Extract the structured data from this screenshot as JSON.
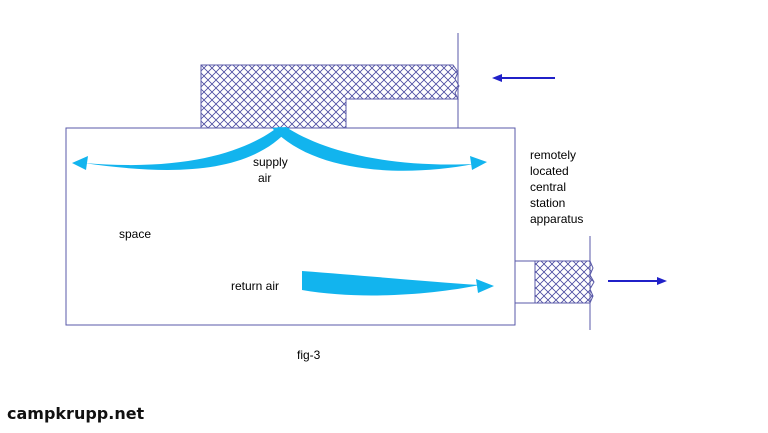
{
  "diagram": {
    "labels": {
      "supply_line1": "supply",
      "supply_line2": "air",
      "space": "space",
      "return_air": "return air",
      "apparatus_line1": "remotely",
      "apparatus_line2": "located",
      "apparatus_line3": "central",
      "apparatus_line4": "station",
      "apparatus_line5": "apparatus",
      "caption": "fig-3"
    },
    "colors": {
      "outline": "#5a5aa8",
      "hatch": "#4a4aa0",
      "airflow": "#12b4ee",
      "flow_arrow": "#2020c8"
    }
  },
  "footer": {
    "site": "campkrupp.net"
  }
}
